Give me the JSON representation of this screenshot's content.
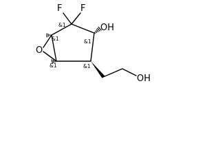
{
  "molecule": {
    "atoms": {
      "f1": "F",
      "f2": "F",
      "oh_ring": "OH",
      "o_epoxide": "O",
      "oh_chain": "OH"
    },
    "stereo_descriptors": {
      "c_cf2": "&1",
      "c_oh": "&1",
      "c_epoxide_top": "&1",
      "c_epoxide_bottom": "&1",
      "c_chain": "&1"
    }
  }
}
